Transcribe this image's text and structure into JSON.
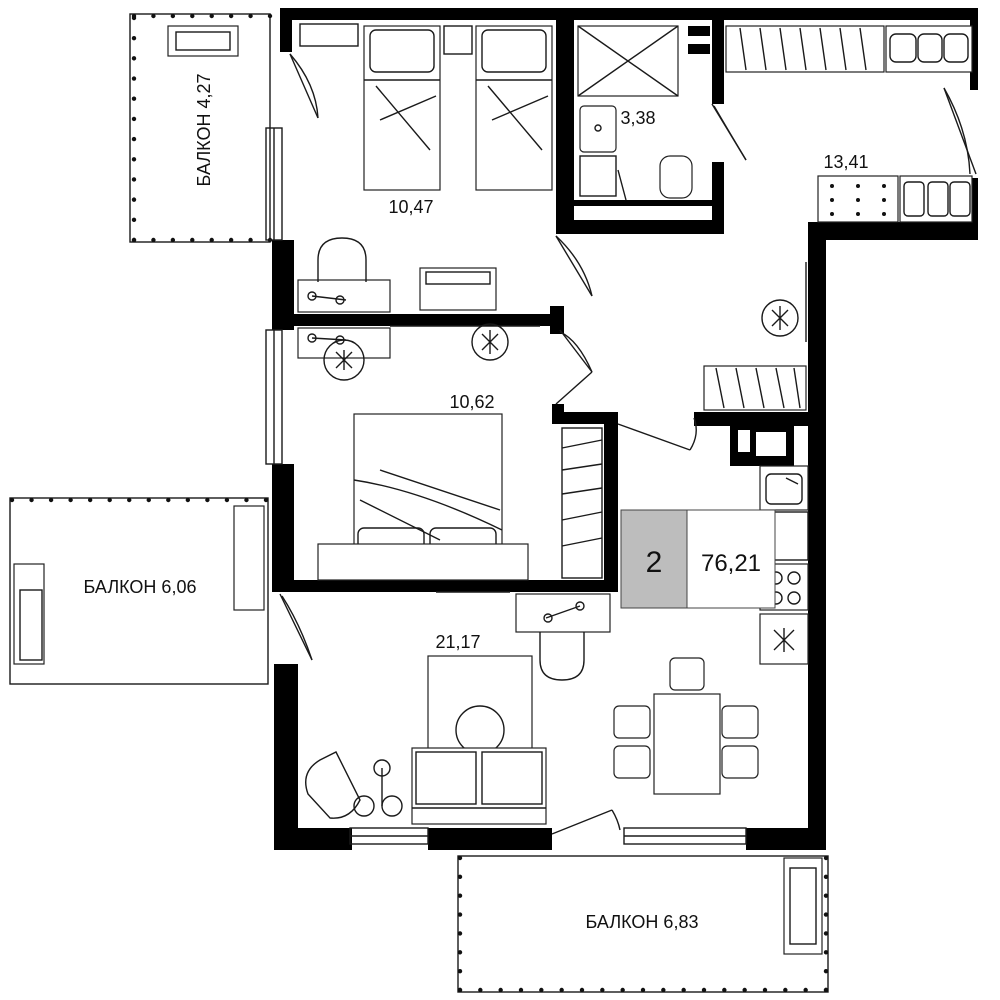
{
  "rooms": {
    "bedroom_1_area": "10,47",
    "bathroom_area": "3,38",
    "kitchen_area": "13,41",
    "bedroom_2_area": "10,62",
    "living_room_area": "21,17"
  },
  "balconies": {
    "balcony_north_west": "БАЛКОН 4,27",
    "balcony_west": "БАЛКОН 6,06",
    "balcony_south": "БАЛКОН 6,83"
  },
  "summary": {
    "room_count": "2",
    "total_area": "76,21",
    "room_count_bg": "#bdbdbd"
  }
}
